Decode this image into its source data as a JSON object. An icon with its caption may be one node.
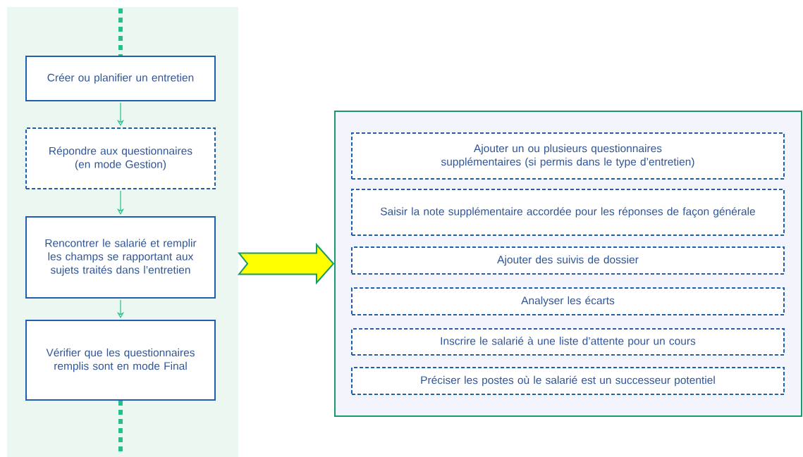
{
  "diagram": {
    "nodes": [
      {
        "text": [
          "Créer ou planifier un entretien"
        ]
      },
      {
        "text": [
          "Répondre aux questionnaires (en mode Gestion)"
        ]
      },
      {
        "text": [
          "Rencontrer le salarié et remplir les champs se rapportant aux sujets traités dans l’entretien"
        ]
      },
      {
        "text": [
          "Vérifier que les questionnaires remplis sont en mode Final"
        ]
      },
      {
        "text": [],
        "shape": "box"
      },
      {
        "text": [
          "Ajouter un ou plusieurs questionnaires supplémentaires (si permis dans le type d’entretien)"
        ],
        "in": 4
      },
      {
        "text": [
          "Saisir la note supplémentaire accordée pour les réponses de façon générale"
        ],
        "in": 4
      },
      {
        "text": [
          "Ajouter des suivis de dossier"
        ],
        "in": 4
      },
      {
        "text": [
          "Analyser les écarts"
        ],
        "in": 4
      },
      {
        "text": [
          "Inscrire le salarié à une liste d’attente pour un cours"
        ],
        "in": 4
      },
      {
        "text": [
          "Préciser les postes où le salarié est un successeur potentiel"
        ],
        "in": 4
      }
    ],
    "edges": [
      {
        "from": null,
        "to": 0,
        "arrow": "none",
        "style": "dashed"
      },
      {
        "from": 0,
        "to": 1,
        "arrow": "to"
      },
      {
        "from": 1,
        "to": 2,
        "arrow": "to"
      },
      {
        "from": 2,
        "to": 3,
        "arrow": "to"
      },
      {
        "from": 3,
        "to": null,
        "arrow": "none",
        "style": "dashed"
      },
      {
        "from": 2,
        "to": 4,
        "arrow": "to",
        "style": "thick",
        "color": "#ffff00"
      }
    ]
  }
}
